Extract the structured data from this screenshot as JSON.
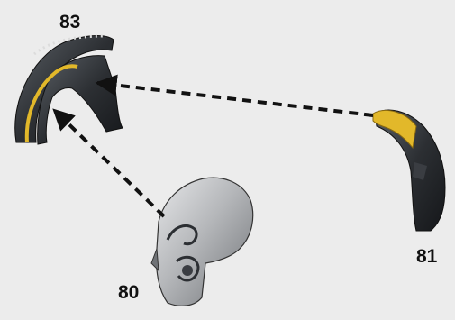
{
  "parts": [
    {
      "id": "83",
      "label": "83"
    },
    {
      "id": "81",
      "label": "81"
    },
    {
      "id": "80",
      "label": "80"
    }
  ],
  "colors": {
    "background": "#ececec",
    "dark_armor": "#2c2f33",
    "silver_armor": "#b5b7ba",
    "yellow_trim": "#e2b82a",
    "arrow": "#111111"
  },
  "arrows": [
    {
      "from": "81",
      "to": "83"
    },
    {
      "from": "80",
      "to": "83"
    }
  ]
}
